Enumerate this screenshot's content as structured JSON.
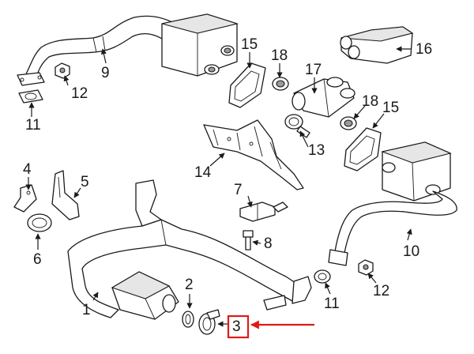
{
  "callouts": [
    {
      "id": "c1",
      "text": "1"
    },
    {
      "id": "c2",
      "text": "2"
    },
    {
      "id": "c3",
      "text": "3"
    },
    {
      "id": "c4",
      "text": "4"
    },
    {
      "id": "c5",
      "text": "5"
    },
    {
      "id": "c6",
      "text": "6"
    },
    {
      "id": "c7",
      "text": "7"
    },
    {
      "id": "c8",
      "text": "8"
    },
    {
      "id": "c9",
      "text": "9"
    },
    {
      "id": "c10",
      "text": "10"
    },
    {
      "id": "c11a",
      "text": "11"
    },
    {
      "id": "c11b",
      "text": "11"
    },
    {
      "id": "c12a",
      "text": "12"
    },
    {
      "id": "c12b",
      "text": "12"
    },
    {
      "id": "c13",
      "text": "13"
    },
    {
      "id": "c14",
      "text": "14"
    },
    {
      "id": "c15a",
      "text": "15"
    },
    {
      "id": "c15b",
      "text": "15"
    },
    {
      "id": "c16",
      "text": "16"
    },
    {
      "id": "c17",
      "text": "17"
    },
    {
      "id": "c18a",
      "text": "18"
    },
    {
      "id": "c18b",
      "text": "18"
    }
  ],
  "highlight": {
    "part": "3",
    "color": "#e01a1a"
  }
}
